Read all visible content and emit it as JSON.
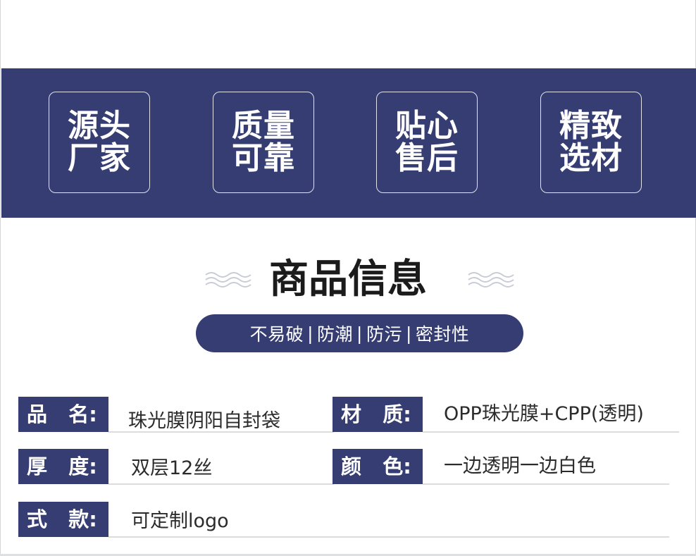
{
  "features": [
    {
      "line1": "源头",
      "line2": "厂家"
    },
    {
      "line1": "质量",
      "line2": "可靠"
    },
    {
      "line1": "贴心",
      "line2": "售后"
    },
    {
      "line1": "精致",
      "line2": "选材"
    }
  ],
  "section": {
    "title": "商品信息",
    "tags": [
      "不易破",
      "防潮",
      "防污",
      "密封性"
    ],
    "separator": "|"
  },
  "specs": {
    "name": {
      "label": "品  名:",
      "value": "珠光膜阴阳自封袋"
    },
    "material": {
      "label": "材  质:",
      "value": "OPP珠光膜+CPP(透明)"
    },
    "thickness": {
      "label": "厚  度:",
      "value": "双层12丝"
    },
    "color": {
      "label": "颜  色:",
      "value": "一边透明一边白色"
    },
    "style": {
      "label": "式  款:",
      "value": "可定制logo"
    }
  },
  "colors": {
    "accent": "#353d72",
    "background": "#ffffff"
  }
}
